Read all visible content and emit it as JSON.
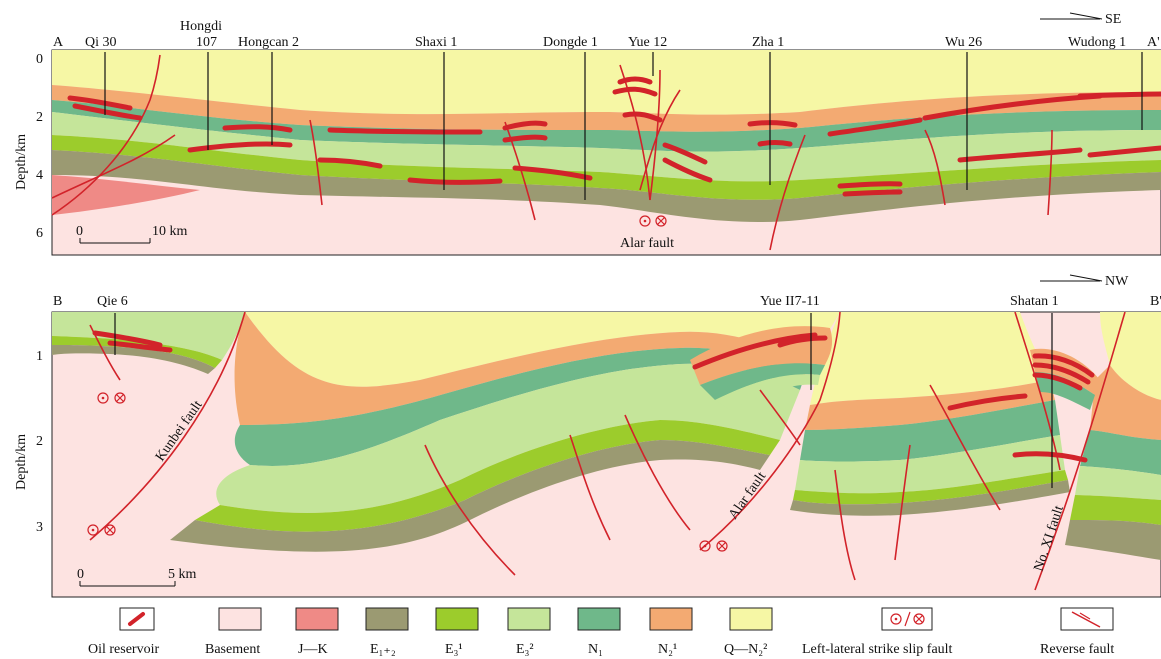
{
  "section_a": {
    "label_left": "A",
    "label_right": "A'",
    "direction": "SE",
    "depth_axis_label": "Depth/km",
    "depth_ticks": [
      "0",
      "2",
      "4",
      "6"
    ],
    "scale_bar": {
      "start": "0",
      "end": "10 km"
    },
    "wells": [
      {
        "name": "Qi 30"
      },
      {
        "name": "Hongdi",
        "name2": "107"
      },
      {
        "name": "Hongcan 2"
      },
      {
        "name": "Shaxi 1"
      },
      {
        "name": "Dongde 1"
      },
      {
        "name": "Yue 12"
      },
      {
        "name": "Zha 1"
      },
      {
        "name": "Wu 26"
      },
      {
        "name": "Wudong 1"
      }
    ],
    "fault_labels": [
      "Alar fault"
    ]
  },
  "section_b": {
    "label_left": "B",
    "label_right": "B'",
    "direction": "NW",
    "depth_axis_label": "Depth/km",
    "depth_ticks": [
      "1",
      "2",
      "3"
    ],
    "scale_bar": {
      "start": "0",
      "end": "5 km"
    },
    "wells": [
      {
        "name": "Qie 6"
      },
      {
        "name": "Yue II7-11"
      },
      {
        "name": "Shatan 1"
      }
    ],
    "fault_labels": [
      "Kunbei fault",
      "Alar fault",
      "No. XI fault"
    ]
  },
  "legend": [
    {
      "key": "oil",
      "label": "Oil reservoir",
      "color": "#ffffff"
    },
    {
      "key": "basement",
      "label": "Basement",
      "color": "#fde3e1"
    },
    {
      "key": "jk",
      "label": "J—K",
      "color": "#ef8a86"
    },
    {
      "key": "e12",
      "label": "E₁₊₂",
      "color": "#9b9a72"
    },
    {
      "key": "e31",
      "label": "E₃¹",
      "color": "#9ccc2c"
    },
    {
      "key": "e32",
      "label": "E₃²",
      "color": "#c5e59a"
    },
    {
      "key": "n1",
      "label": "N₁",
      "color": "#6fb88a"
    },
    {
      "key": "n21",
      "label": "N₂¹",
      "color": "#f3aa72"
    },
    {
      "key": "qn22",
      "label": "Q—N₂²",
      "color": "#f6f7a5"
    },
    {
      "key": "strike",
      "label": "Left-lateral strike slip fault",
      "color": "#ffffff"
    },
    {
      "key": "reverse",
      "label": "Reverse fault",
      "color": "#ffffff"
    }
  ],
  "colors": {
    "fault": "#d2232a",
    "oil": "#d2232a"
  }
}
